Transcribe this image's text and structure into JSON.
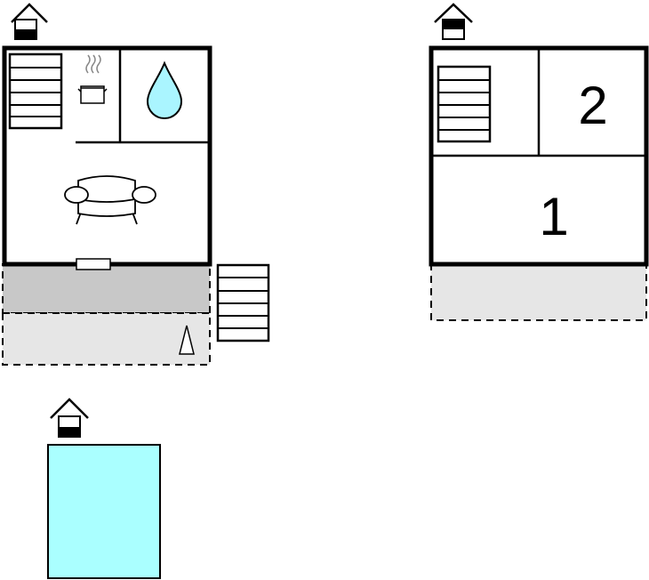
{
  "floor_plan": {
    "rooms": [
      {
        "id": "room-1",
        "label": "1"
      },
      {
        "id": "room-2",
        "label": "2"
      }
    ],
    "icons": [
      "floor-level-icon",
      "stairs-icon",
      "kitchen-pot-icon",
      "water-drop-icon",
      "sofa-icon",
      "tent-icon",
      "pool"
    ],
    "colors": {
      "wall": "#000000",
      "terrace_dark": "#c8c8c8",
      "terrace_light": "#e6e6e6",
      "water": "#aaf5ff",
      "pool": "#aaffff"
    }
  }
}
